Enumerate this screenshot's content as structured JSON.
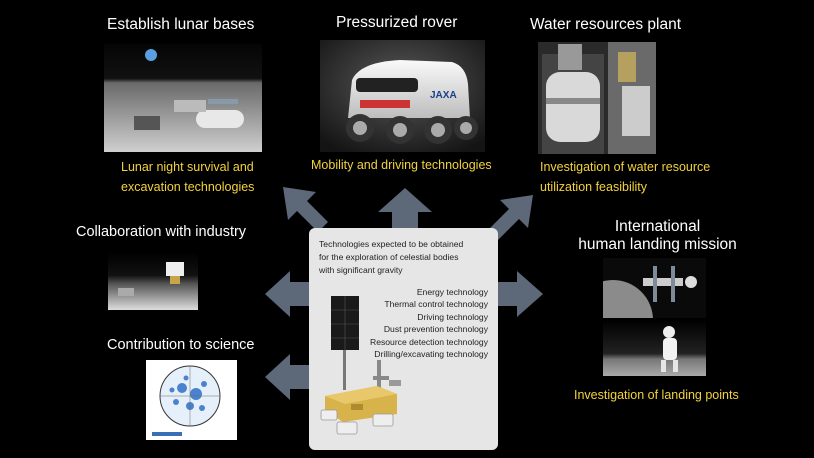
{
  "nodes": {
    "lunar_bases": {
      "title": "Establish lunar bases",
      "caption": [
        "Lunar night survival and",
        "excavation technologies"
      ]
    },
    "rover": {
      "title": "Pressurized rover",
      "caption": [
        "Mobility and driving technologies"
      ],
      "vehicle_logo": "JAXA"
    },
    "water": {
      "title": "Water resources plant",
      "caption": [
        "Investigation of water resource",
        "utilization feasibility"
      ]
    },
    "industry": {
      "title": "Collaboration with industry"
    },
    "science": {
      "title": "Contribution to science"
    },
    "landing": {
      "title": [
        "International",
        "human landing mission"
      ],
      "caption": [
        "Investigation of landing points"
      ]
    }
  },
  "center": {
    "heading": [
      "Technologies expected to be obtained",
      "for the exploration of celestial bodies",
      "with significant gravity"
    ],
    "technologies": [
      "Energy technology",
      "Thermal control technology",
      "Driving technology",
      "Dust prevention technology",
      "Resource detection technology",
      "Drilling/excavating technology"
    ]
  },
  "colors": {
    "background": "#000000",
    "caption": "#f2d23c",
    "arrow": "#5d6878",
    "panel": "#e6e6e6"
  }
}
